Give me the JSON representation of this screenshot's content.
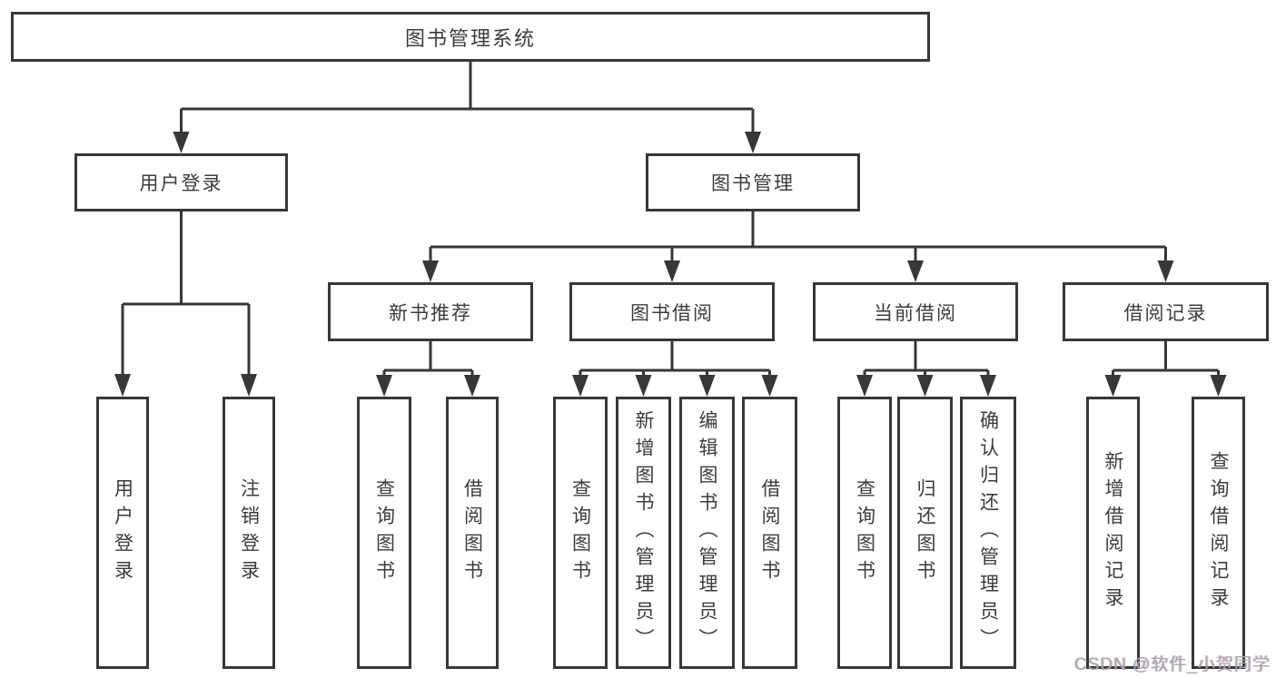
{
  "diagram": {
    "root": {
      "label": "图书管理系统"
    },
    "level2": [
      {
        "label": "用户登录"
      },
      {
        "label": "图书管理"
      }
    ],
    "level3": [
      {
        "label": "新书推荐"
      },
      {
        "label": "图书借阅"
      },
      {
        "label": "当前借阅"
      },
      {
        "label": "借阅记录"
      }
    ],
    "leaves": [
      {
        "label": "用户登录"
      },
      {
        "label": "注销登录"
      },
      {
        "label": "查询图书"
      },
      {
        "label": "借阅图书"
      },
      {
        "label": "查询图书"
      },
      {
        "label": "新增图书（管理员）"
      },
      {
        "label": "编辑图书（管理员）"
      },
      {
        "label": "借阅图书"
      },
      {
        "label": "查询图书"
      },
      {
        "label": "归还图书"
      },
      {
        "label": "确认归还（管理员）"
      },
      {
        "label": "新增借阅记录"
      },
      {
        "label": "查询借阅记录"
      }
    ]
  },
  "watermark": {
    "text": "CSDN @软件_小贺同学"
  },
  "colors": {
    "line": "#373737",
    "text": "#3c3c3c",
    "watermark": "#a9a9a9",
    "background": "#ffffff"
  }
}
